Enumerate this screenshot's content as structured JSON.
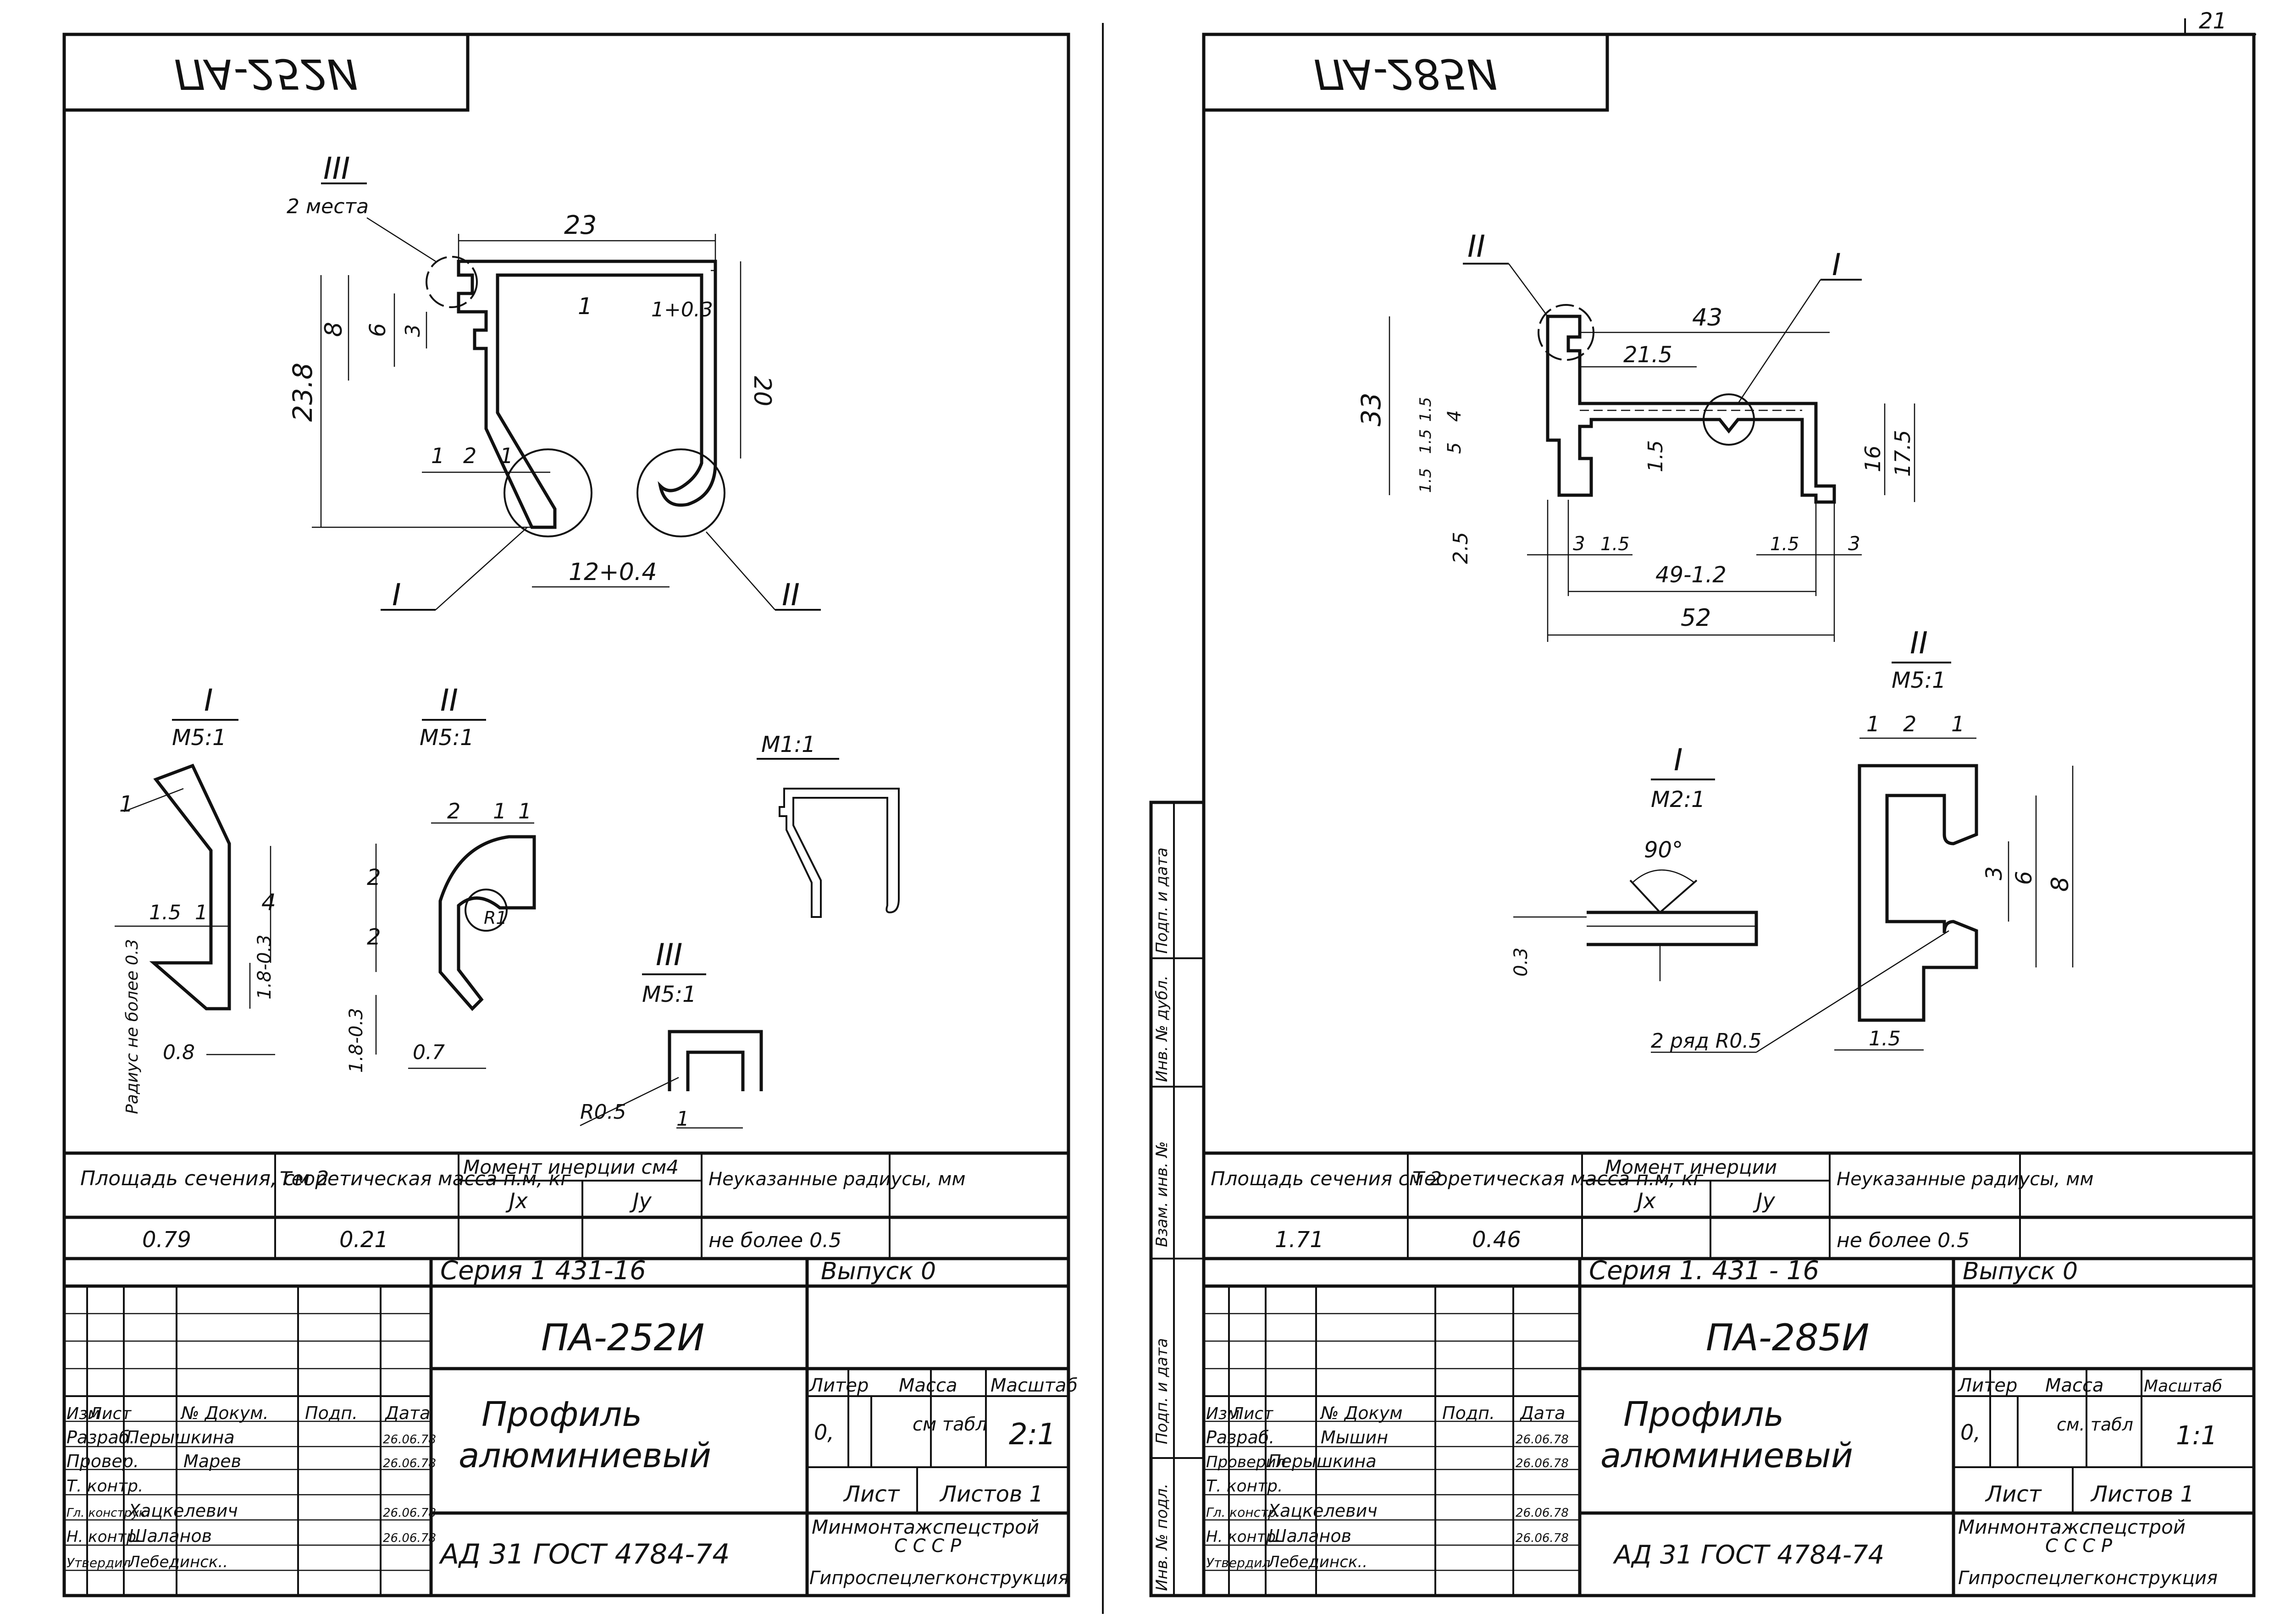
{
  "sheet_number": "21",
  "left": {
    "stamp": "ПА-252И",
    "views": {
      "main": {
        "callout_top": "III",
        "callout_top_sub": "2 места",
        "callout_left": "I",
        "callout_right": "II",
        "dims": [
          "23",
          "1",
          "1+0.3",
          "20",
          "8",
          "6",
          "3",
          "23.8",
          "1",
          "2",
          "1",
          "12+0.4"
        ]
      },
      "detail_I": {
        "label": "I",
        "scale": "М5:1",
        "dims": [
          "1",
          "1.5",
          "1",
          "4",
          "1.8-0.3",
          "0.8"
        ],
        "note": "Радиус не более 0.3"
      },
      "detail_II": {
        "label": "II",
        "scale": "М5:1",
        "dims": [
          "2",
          "1",
          "1",
          "2",
          "2",
          "R1",
          "1.8-0.3",
          "0.7"
        ]
      },
      "detail_III": {
        "label": "III",
        "scale": "М5:1",
        "dims": [
          "R0.5",
          "1"
        ]
      },
      "small_view": {
        "scale": "М1:1"
      }
    },
    "props": {
      "headers": [
        "Площадь сечения, см 2",
        "Теоретическая масса п.м, кг",
        "Момент инерции см4",
        "Jx",
        "Jy",
        "Неуказанные радиусы, мм"
      ],
      "values": [
        "0.79",
        "0.21",
        "",
        "",
        "не более 0.5"
      ]
    },
    "title": {
      "series": "Серия 1 431-16",
      "issue": "Выпуск 0",
      "code": "ПА-252И",
      "name_1": "Профиль",
      "name_2": "алюминиевый",
      "material": "АД 31 ГОСТ 4784-74",
      "liter_hdr": "Литер",
      "mass_hdr": "Масса",
      "scale_hdr": "Масштаб",
      "liter": "0,",
      "mass": "см табл",
      "scale": "2:1",
      "sheet": "Лист",
      "sheets": "Листов 1",
      "org_1": "Минмонтажспецстрой",
      "org_2": "С С С Р",
      "org_3": "Гипроспецлегконструкция"
    },
    "signs": {
      "hdr": [
        "Изм",
        "Лист",
        "№ Докум.",
        "Подп.",
        "Дата"
      ],
      "rows": [
        [
          "Разраб.",
          "Перышкина",
          "",
          "26.06.78"
        ],
        [
          "Провер.",
          "Марев",
          "",
          "26.06.78"
        ],
        [
          "Т. контр.",
          "",
          "",
          ""
        ],
        [
          "Гл. конструк.",
          "Хацкелевич",
          "",
          "26.06.78"
        ],
        [
          "Н. контр.",
          "Шаланов",
          "",
          "26.06.78"
        ],
        [
          "Утвердил",
          "Лебединск..",
          "",
          ""
        ]
      ]
    }
  },
  "right": {
    "stamp": "ПА-285И",
    "views": {
      "main": {
        "callout_left": "II",
        "callout_right": "I",
        "dims": [
          "43",
          "21.5",
          "33",
          "1.5",
          "5",
          "4",
          "1.5",
          "1.5",
          "1.5",
          "2.5",
          "16",
          "17.5",
          "3",
          "1.5",
          "1.5",
          "3",
          "49-1.2",
          "52"
        ]
      },
      "detail_I": {
        "label": "I",
        "scale": "М2:1",
        "dims": [
          "90°",
          "0.3"
        ]
      },
      "detail_II": {
        "label": "II",
        "scale": "М5:1",
        "dims": [
          "1",
          "2",
          "1",
          "3",
          "6",
          "8",
          "1.5"
        ],
        "note": "2 ряд R0.5"
      }
    },
    "props": {
      "headers": [
        "Площадь сечения см 2",
        "Теоретическая масса п.м, кг",
        "Момент инерции",
        "Jx",
        "Jy",
        "Неуказанные радиусы, мм"
      ],
      "values": [
        "1.71",
        "0.46",
        "",
        "",
        "не более 0.5"
      ]
    },
    "title": {
      "series": "Серия 1. 431 - 16",
      "issue": "Выпуск 0",
      "code": "ПА-285И",
      "name_1": "Профиль",
      "name_2": "алюминиевый",
      "material": "АД 31 ГОСТ 4784-74",
      "liter_hdr": "Литер",
      "mass_hdr": "Масса",
      "scale_hdr": "Масштаб",
      "liter": "0,",
      "mass": "см. табл",
      "scale": "1:1",
      "sheet": "Лист",
      "sheets": "Листов 1",
      "org_1": "Минмонтажспецстрой",
      "org_2": "С С С Р",
      "org_3": "Гипроспецлегконструкция"
    },
    "signs": {
      "hdr": [
        "Изм",
        "Лист",
        "№ Докум",
        "Подп.",
        "Дата"
      ],
      "rows": [
        [
          "Разраб.",
          "Мышин",
          "",
          "26.06.78"
        ],
        [
          "Проверил",
          "Перышкина",
          "",
          "26.06.78"
        ],
        [
          "Т. контр.",
          "",
          "",
          ""
        ],
        [
          "Гл. констр.",
          "Хацкелевич",
          "",
          "26.06.78"
        ],
        [
          "Н. контр.",
          "Шаланов",
          "",
          "26.06.78"
        ],
        [
          "Утвердил",
          "Лебединск..",
          "",
          ""
        ]
      ]
    },
    "side_strip": [
      "Взам. инв. №",
      "Инв. № дубл.",
      "Подп. и дата",
      "Подп. и дата",
      "Инв. № подл."
    ]
  }
}
